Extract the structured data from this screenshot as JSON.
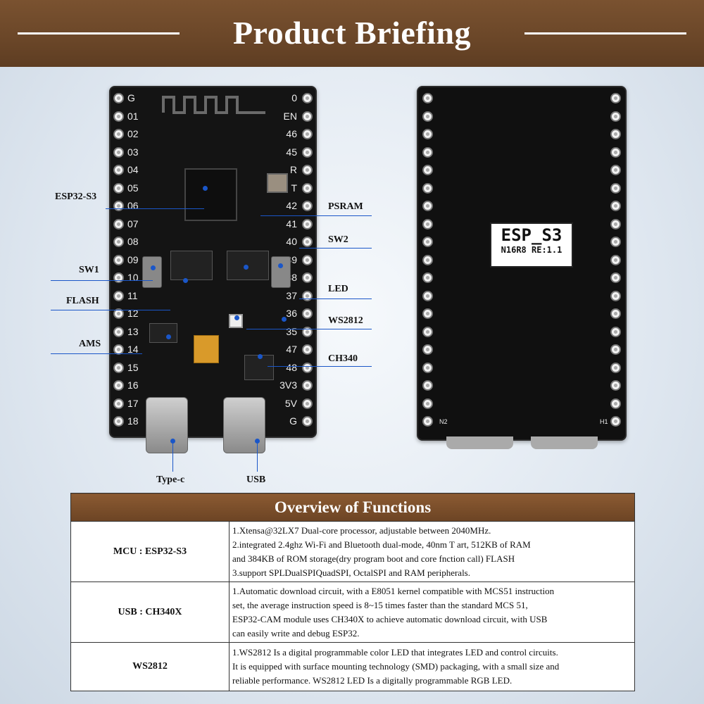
{
  "banner": {
    "title": "Product Briefing"
  },
  "front_board": {
    "left_pins": [
      "G",
      "01",
      "02",
      "03",
      "04",
      "05",
      "06",
      "07",
      "08",
      "09",
      "10",
      "11",
      "12",
      "13",
      "14",
      "15",
      "16",
      "17",
      "18"
    ],
    "right_pins": [
      "0",
      "EN",
      "46",
      "45",
      "R",
      "T",
      "42",
      "41",
      "40",
      "39",
      "38",
      "37",
      "36",
      "35",
      "47",
      "48",
      "3V3",
      "5V",
      "G"
    ]
  },
  "callouts": {
    "esp32s3": "ESP32-S3",
    "sw1": "SW1",
    "flash": "FLASH",
    "ams": "AMS",
    "psram": "PSRAM",
    "sw2": "SW2",
    "led": "LED",
    "ws2812": "WS2812",
    "ch340": "CH340",
    "typec": "Type-c",
    "usb": "USB"
  },
  "back_board": {
    "label_main": "ESP_S3",
    "label_sub": "N16R8 RE:1.1",
    "mark_left": "N2",
    "mark_right": "H1"
  },
  "overview": {
    "title": "Overview of Functions",
    "rows": [
      {
        "name": "MCU : ESP32-S3",
        "lines": [
          "1.Xtensa@32LX7 Dual-core processor, adjustable between 2040MHz.",
          "2.integrated 2.4ghz Wi-Fi and Bluetooth dual-mode, 40nm T art, 512KB of RAM",
          "and 384KB of ROM storage(dry program boot and core fnction call) FLASH",
          "3.support SPLDualSPIQuadSPI, OctalSPI and RAM peripherals."
        ]
      },
      {
        "name": "USB : CH340X",
        "lines": [
          "1.Automatic download circuit, with a E8051 kernel compatible with MCS51 instruction",
          "set, the average instruction speed is 8~15 times faster than the standard MCS 51,",
          "ESP32-CAM module uses CH340X to achieve automatic download circuit, with USB",
          "can easily write and debug ESP32."
        ]
      },
      {
        "name": "WS2812",
        "lines": [
          "1.WS2812 Is a digital programmable color LED that integrates LED and control circuits.",
          "It is equipped with surface mounting technology (SMD) packaging, with a small size and",
          "reliable performance. WS2812 LED Is a digitally programmable RGB LED."
        ]
      }
    ]
  },
  "colors": {
    "banner": "#6a4628",
    "leader": "#1a56c8",
    "board": "#141414"
  }
}
